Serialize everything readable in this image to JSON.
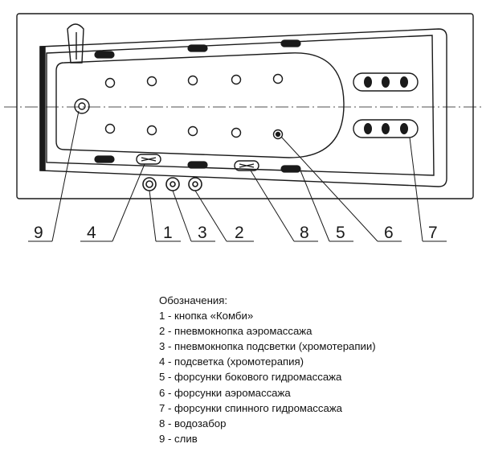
{
  "callouts": {
    "c9": "9",
    "c4": "4",
    "c1": "1",
    "c3": "3",
    "c2": "2",
    "c8": "8",
    "c5": "5",
    "c6": "6",
    "c7": "7"
  },
  "legend": {
    "title": "Обозначения:",
    "items": [
      "1 - кнопка «Комби»",
      "2 - пневмокнопка аэромассажа",
      "3 - пневмокнопка подсветки (хромотерапии)",
      "4 - подсветка (хромотерапия)",
      "5 - форсунки бокового гидромассажа",
      "6 - форсунки аэромассажа",
      "7 - форсунки спинного гидромассажа",
      "8 - водозабор",
      "9 - слив"
    ]
  },
  "colors": {
    "line": "#1a1a1a",
    "text": "#111111"
  }
}
